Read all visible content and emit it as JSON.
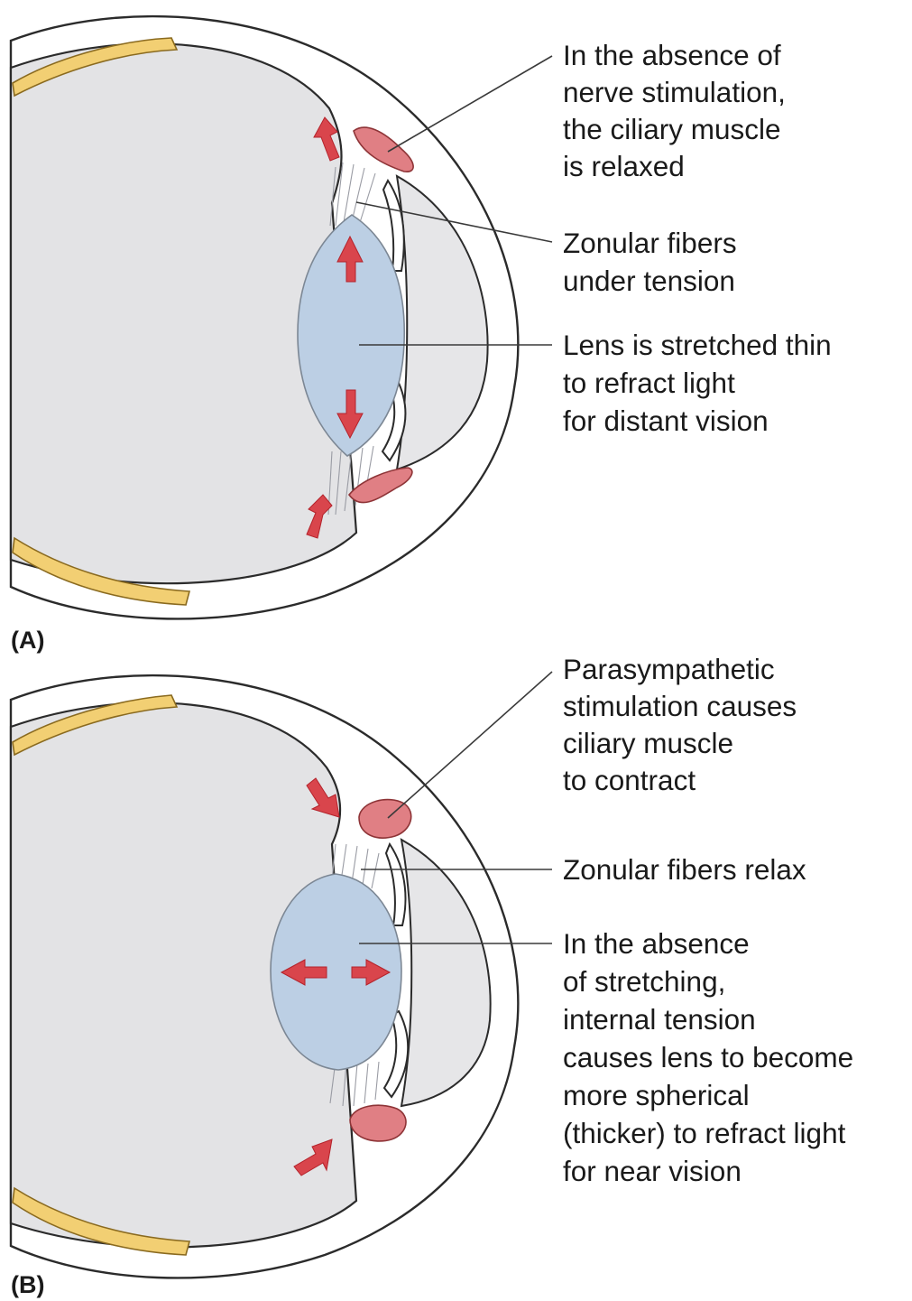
{
  "panels": {
    "a": {
      "label": "(A)",
      "callouts": [
        {
          "lines": [
            "In the absence of",
            "nerve stimulation,",
            "the ciliary muscle",
            "is relaxed"
          ]
        },
        {
          "lines": [
            "Zonular fibers",
            "under tension"
          ]
        },
        {
          "lines": [
            "Lens is stretched thin",
            "to refract light",
            "for distant vision"
          ]
        }
      ]
    },
    "b": {
      "label": "(B)",
      "callouts": [
        {
          "lines": [
            "Parasympathetic",
            "stimulation causes",
            "ciliary muscle",
            "to contract"
          ]
        },
        {
          "lines": [
            "Zonular fibers relax"
          ]
        },
        {
          "lines": [
            "In the absence",
            "of stretching,",
            "internal tension",
            "causes lens to become",
            "more spherical",
            "(thicker) to refract light",
            "for near vision"
          ]
        }
      ]
    }
  },
  "colors": {
    "ciliary_muscle": "#e07f84",
    "lens": "#bccfe4",
    "retina": "#f2cf73",
    "arrows": "#d9454c",
    "vitreous": "#e3e3e5"
  }
}
